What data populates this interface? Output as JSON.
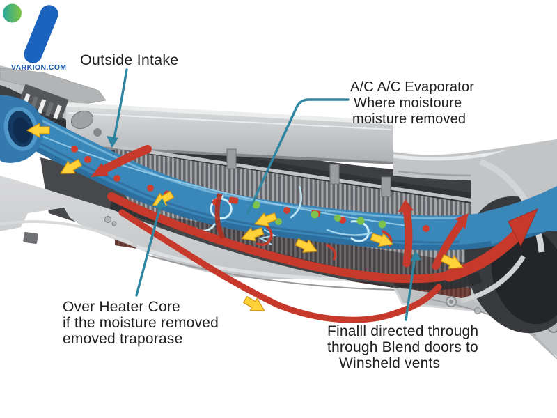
{
  "logo": {
    "brand": "VARKION.COM",
    "circle_color_left": "#2aa79b",
    "circle_color_right": "#7fc440",
    "mark_color": "#1c63be",
    "text_color": "#1a56ad"
  },
  "labels": {
    "outside_intake": {
      "text": "Outside Intake"
    },
    "evaporator": {
      "line1": "A/C A/C Evaporator",
      "line2": "Where moistoure",
      "line3": "moisture removed"
    },
    "heater_core": {
      "line1": "Over Heater Core",
      "line2": "if the moisture removed",
      "line3": "emoved traporase"
    },
    "blend_doors": {
      "line1": "Finalll directed through",
      "line2": "through Blend doors to",
      "line3": "Winsheld vents"
    }
  },
  "colors": {
    "background": "#ffffff",
    "label_text": "#1e1f21",
    "leader_line": "#2f86a2",
    "cold_air_blue": "#3a87ba",
    "cold_air_dark": "#2c6f9e",
    "inlet_navy": "#143a63",
    "warm_air_red": "#c7392b",
    "flow_arrow_yellow": "#ffd23a",
    "moisture_green": "#7dc24d",
    "body_gray": "#c9cbcd",
    "cavity_gray": "#3d3f43"
  }
}
